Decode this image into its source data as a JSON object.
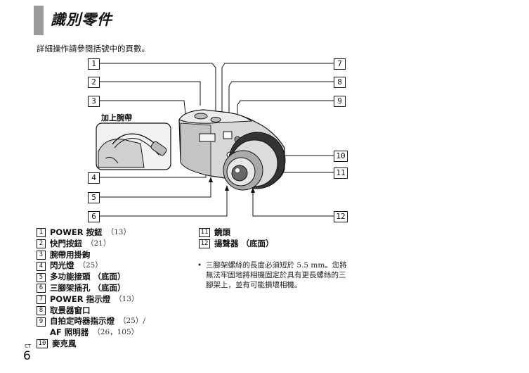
{
  "title": "識別零件",
  "intro": "詳細操作請參閱括號中的頁數。",
  "wrist_strap_label": "加上腕帶",
  "callouts": [
    "1",
    "2",
    "3",
    "4",
    "5",
    "6",
    "7",
    "8",
    "9",
    "10",
    "11",
    "12"
  ],
  "parts_left": [
    {
      "num": "1",
      "name": "POWER 按鈕",
      "page": "（13）"
    },
    {
      "num": "2",
      "name": "快門按鈕",
      "page": "（21）"
    },
    {
      "num": "3",
      "name": "腕帶用掛鉤",
      "page": ""
    },
    {
      "num": "4",
      "name": "閃光燈",
      "page": "（25）"
    },
    {
      "num": "5",
      "name": "多功能接頭 （底面）",
      "page": ""
    },
    {
      "num": "6",
      "name": "三腳架插孔 （底面）",
      "page": ""
    },
    {
      "num": "7",
      "name": "POWER 指示燈",
      "page": "（13）"
    },
    {
      "num": "8",
      "name": "取景器窗口",
      "page": ""
    },
    {
      "num": "9",
      "name": "自拍定時器指示燈",
      "page": "（25）/"
    },
    {
      "num": "",
      "name": "AF 照明器",
      "page": "（26，105）"
    },
    {
      "num": "10",
      "name": "麥克風",
      "page": ""
    }
  ],
  "parts_right": [
    {
      "num": "11",
      "name": "鏡頭",
      "page": ""
    },
    {
      "num": "12",
      "name": "揚聲器 （底面）",
      "page": ""
    }
  ],
  "note_bullet": "•",
  "note": "三腳架螺絲的長度必須短於 5.5 mm。您將無法牢固地將相機固定於具有更長螺絲的三腳架上，並有可能損壞相機。",
  "footer": {
    "lang": "CT",
    "page": "6"
  }
}
